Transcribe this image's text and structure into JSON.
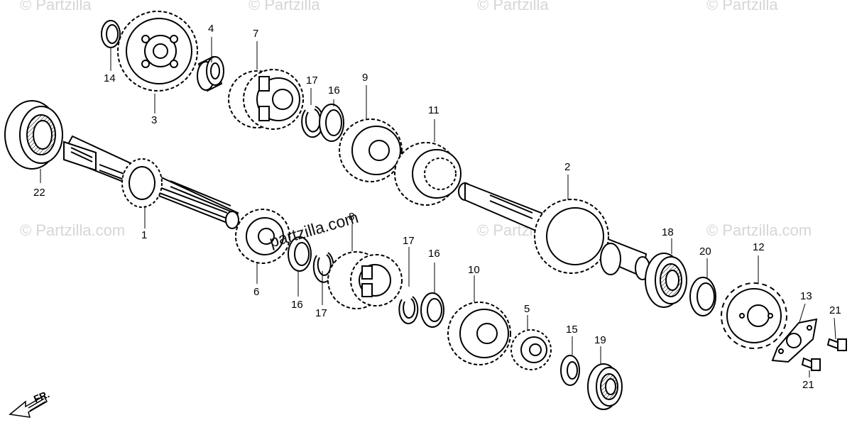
{
  "watermark": "© Partzilla",
  "center_watermark": "partzilla.com",
  "side_watermark": "© Partzilla.com",
  "direction_label": "FR.",
  "callouts": [
    "1",
    "2",
    "3",
    "4",
    "5",
    "6",
    "7",
    "8",
    "9",
    "10",
    "11",
    "12",
    "13",
    "14",
    "15",
    "16",
    "16",
    "16",
    "17",
    "17",
    "17",
    "18",
    "19",
    "20",
    "21",
    "21",
    "22"
  ]
}
